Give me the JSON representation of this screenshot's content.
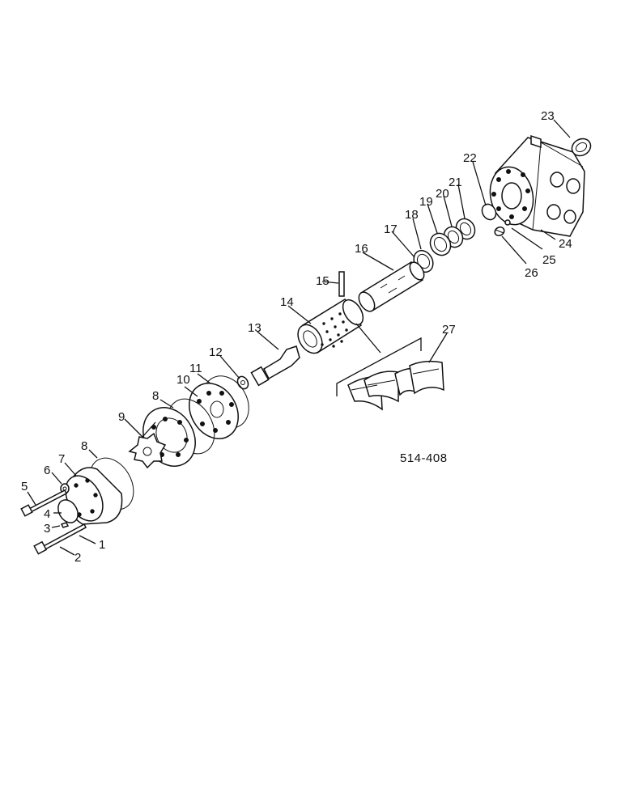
{
  "drawing_ref": "514-408",
  "part_numbers": [
    "1",
    "2",
    "3",
    "4",
    "5",
    "6",
    "7",
    "8",
    "8",
    "9",
    "10",
    "11",
    "12",
    "13",
    "14",
    "15",
    "16",
    "17",
    "18",
    "19",
    "20",
    "21",
    "22",
    "23",
    "24",
    "25",
    "26",
    "27"
  ]
}
